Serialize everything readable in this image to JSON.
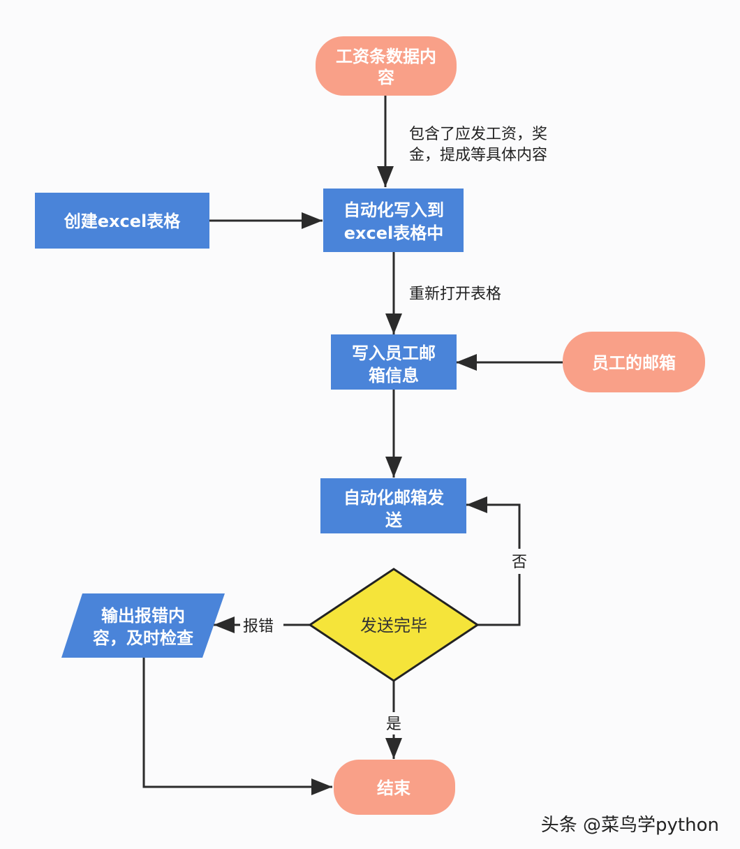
{
  "diagram": {
    "type": "flowchart",
    "colors": {
      "process_fill": "#4a84d9",
      "terminal_fill": "#f9a088",
      "decision_fill": "#f5e43a",
      "decision_stroke": "#222222",
      "edge": "#2b2b2b",
      "text_light": "#ffffff",
      "text_dark": "#333333"
    },
    "nodes": {
      "salary_data": {
        "shape": "terminal",
        "lines": [
          "工资条数据内",
          "容"
        ]
      },
      "create_excel": {
        "shape": "process",
        "lines": [
          "创建excel表格"
        ]
      },
      "auto_write_excel": {
        "shape": "process",
        "lines": [
          "自动化写入到",
          "excel表格中"
        ]
      },
      "write_email_info": {
        "shape": "process",
        "lines": [
          "写入员工邮",
          "箱信息"
        ]
      },
      "employee_email": {
        "shape": "terminal",
        "lines": [
          "员工的邮箱"
        ]
      },
      "auto_send_email": {
        "shape": "process",
        "lines": [
          "自动化邮箱发",
          "送"
        ]
      },
      "send_complete": {
        "shape": "decision",
        "lines": [
          "发送完毕"
        ]
      },
      "output_error": {
        "shape": "data",
        "lines": [
          "输出报错内",
          "容，及时检查"
        ]
      },
      "end": {
        "shape": "terminal",
        "lines": [
          "结束"
        ]
      }
    },
    "edges": [
      {
        "from": "salary_data",
        "to": "auto_write_excel",
        "label_lines": [
          "包含了应发工资，奖",
          "金，提成等具体内容"
        ]
      },
      {
        "from": "create_excel",
        "to": "auto_write_excel",
        "label_lines": []
      },
      {
        "from": "auto_write_excel",
        "to": "write_email_info",
        "label_lines": [
          "重新打开表格"
        ]
      },
      {
        "from": "employee_email",
        "to": "write_email_info",
        "label_lines": []
      },
      {
        "from": "write_email_info",
        "to": "auto_send_email",
        "label_lines": []
      },
      {
        "from": "send_complete",
        "to": "auto_send_email",
        "label_lines": [
          "否"
        ]
      },
      {
        "from": "send_complete",
        "to": "output_error",
        "label_lines": [
          "报错"
        ]
      },
      {
        "from": "send_complete",
        "to": "end",
        "label_lines": [
          "是"
        ]
      },
      {
        "from": "output_error",
        "to": "end",
        "label_lines": []
      }
    ]
  },
  "watermark": "头条 @菜鸟学python"
}
